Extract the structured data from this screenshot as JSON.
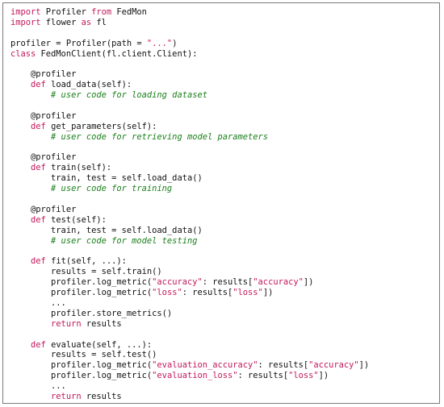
{
  "lines": [
    [
      {
        "t": "kw",
        "v": "import"
      },
      {
        "t": "tx",
        "v": " Profiler "
      },
      {
        "t": "kw",
        "v": "from"
      },
      {
        "t": "tx",
        "v": " FedMon"
      }
    ],
    [
      {
        "t": "kw",
        "v": "import"
      },
      {
        "t": "tx",
        "v": " flower "
      },
      {
        "t": "kw",
        "v": "as"
      },
      {
        "t": "tx",
        "v": " fl"
      }
    ],
    [],
    [
      {
        "t": "tx",
        "v": "profiler = Profiler(path = "
      },
      {
        "t": "str",
        "v": "\"...\""
      },
      {
        "t": "tx",
        "v": ")"
      }
    ],
    [
      {
        "t": "kw",
        "v": "class"
      },
      {
        "t": "tx",
        "v": " FedMonClient(fl.client.Client):"
      }
    ],
    [],
    [
      {
        "t": "tx",
        "v": "    @profiler"
      }
    ],
    [
      {
        "t": "tx",
        "v": "    "
      },
      {
        "t": "kw",
        "v": "def"
      },
      {
        "t": "tx",
        "v": " load_data(self):"
      }
    ],
    [
      {
        "t": "tx",
        "v": "        "
      },
      {
        "t": "cm",
        "v": "# user code for loading dataset"
      }
    ],
    [],
    [
      {
        "t": "tx",
        "v": "    @profiler"
      }
    ],
    [
      {
        "t": "tx",
        "v": "    "
      },
      {
        "t": "kw",
        "v": "def"
      },
      {
        "t": "tx",
        "v": " get_parameters(self):"
      }
    ],
    [
      {
        "t": "tx",
        "v": "        "
      },
      {
        "t": "cm",
        "v": "# user code for retrieving model parameters"
      }
    ],
    [],
    [
      {
        "t": "tx",
        "v": "    @profiler"
      }
    ],
    [
      {
        "t": "tx",
        "v": "    "
      },
      {
        "t": "kw",
        "v": "def"
      },
      {
        "t": "tx",
        "v": " train(self):"
      }
    ],
    [
      {
        "t": "tx",
        "v": "        train, test = self.load_data()"
      }
    ],
    [
      {
        "t": "tx",
        "v": "        "
      },
      {
        "t": "cm",
        "v": "# user code for training"
      }
    ],
    [],
    [
      {
        "t": "tx",
        "v": "    @profiler"
      }
    ],
    [
      {
        "t": "tx",
        "v": "    "
      },
      {
        "t": "kw",
        "v": "def"
      },
      {
        "t": "tx",
        "v": " test(self):"
      }
    ],
    [
      {
        "t": "tx",
        "v": "        train, test = self.load_data()"
      }
    ],
    [
      {
        "t": "tx",
        "v": "        "
      },
      {
        "t": "cm",
        "v": "# user code for model testing"
      }
    ],
    [],
    [
      {
        "t": "tx",
        "v": "    "
      },
      {
        "t": "kw",
        "v": "def"
      },
      {
        "t": "tx",
        "v": " fit(self, ...):"
      }
    ],
    [
      {
        "t": "tx",
        "v": "        results = self.train()"
      }
    ],
    [
      {
        "t": "tx",
        "v": "        profiler.log_metric("
      },
      {
        "t": "str",
        "v": "\"accuracy\""
      },
      {
        "t": "tx",
        "v": ": results["
      },
      {
        "t": "str",
        "v": "\"accuracy\""
      },
      {
        "t": "tx",
        "v": "])"
      }
    ],
    [
      {
        "t": "tx",
        "v": "        profiler.log_metric("
      },
      {
        "t": "str",
        "v": "\"loss\""
      },
      {
        "t": "tx",
        "v": ": results["
      },
      {
        "t": "str",
        "v": "\"loss\""
      },
      {
        "t": "tx",
        "v": "])"
      }
    ],
    [
      {
        "t": "tx",
        "v": "        ..."
      }
    ],
    [
      {
        "t": "tx",
        "v": "        profiler.store_metrics()"
      }
    ],
    [
      {
        "t": "tx",
        "v": "        "
      },
      {
        "t": "kw",
        "v": "return"
      },
      {
        "t": "tx",
        "v": " results"
      }
    ],
    [],
    [
      {
        "t": "tx",
        "v": "    "
      },
      {
        "t": "kw",
        "v": "def"
      },
      {
        "t": "tx",
        "v": " evaluate(self, ...):"
      }
    ],
    [
      {
        "t": "tx",
        "v": "        results = self.test()"
      }
    ],
    [
      {
        "t": "tx",
        "v": "        profiler.log_metric("
      },
      {
        "t": "str",
        "v": "\"evaluation_accuracy\""
      },
      {
        "t": "tx",
        "v": ": results["
      },
      {
        "t": "str",
        "v": "\"accuracy\""
      },
      {
        "t": "tx",
        "v": "])"
      }
    ],
    [
      {
        "t": "tx",
        "v": "        profiler.log_metric("
      },
      {
        "t": "str",
        "v": "\"evaluation_loss\""
      },
      {
        "t": "tx",
        "v": ": results["
      },
      {
        "t": "str",
        "v": "\"loss\""
      },
      {
        "t": "tx",
        "v": "])"
      }
    ],
    [
      {
        "t": "tx",
        "v": "        ..."
      }
    ],
    [
      {
        "t": "tx",
        "v": "        "
      },
      {
        "t": "kw",
        "v": "return"
      },
      {
        "t": "tx",
        "v": " results"
      }
    ]
  ],
  "colors": {
    "keyword": "#c2185b",
    "string": "#c2185b",
    "comment": "#1a7f1a",
    "text": "#111111",
    "border": "#7a7a7a"
  }
}
